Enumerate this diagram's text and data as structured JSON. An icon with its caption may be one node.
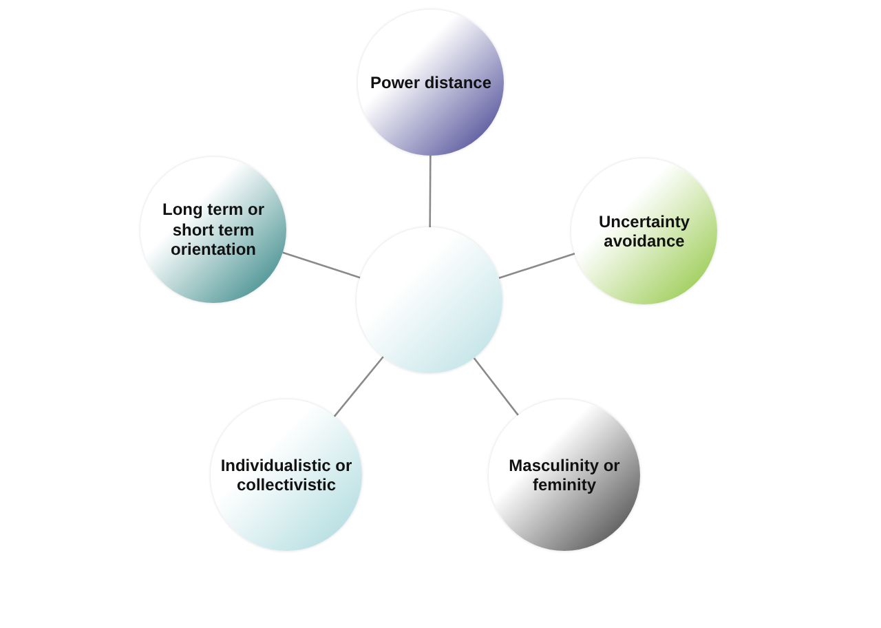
{
  "diagram": {
    "nodes": [
      {
        "text": [],
        "shape": "circle"
      },
      {
        "text": [
          "Power distance"
        ]
      },
      {
        "text": [
          "Uncertainty avoidance"
        ]
      },
      {
        "text": [
          "Masculinity or feminity"
        ]
      },
      {
        "text": [
          "Individualistic or collectivistic"
        ]
      },
      {
        "text": [
          "Long term or short term orientation"
        ]
      }
    ],
    "edges": [
      {
        "from": 0,
        "to": 1,
        "arrow": "none"
      },
      {
        "from": 0,
        "to": 2,
        "arrow": "none"
      },
      {
        "from": 0,
        "to": 3,
        "arrow": "none"
      },
      {
        "from": 0,
        "to": 4,
        "arrow": "none"
      },
      {
        "from": 0,
        "to": 5,
        "arrow": "none"
      }
    ]
  }
}
